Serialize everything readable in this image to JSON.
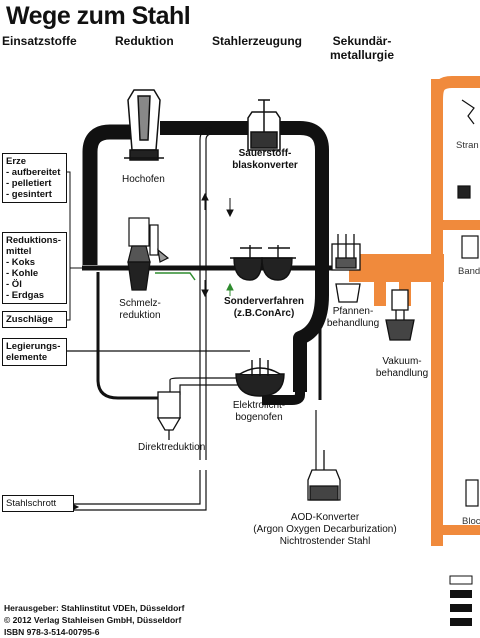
{
  "title": "Wege zum Stahl",
  "columns": {
    "einsatz": "Einsatzstoffe",
    "reduktion": "Reduktion",
    "stahlerzeugung": "Stahlerzeugung",
    "sekundaer_line1": "Sekundär-",
    "sekundaer_line2": "metallurgie"
  },
  "inputs": {
    "erze": [
      "Erze",
      "- aufbereitet",
      "- pelletiert",
      "- gesintert"
    ],
    "reduktionsmittel": [
      "Reduktions-",
      "mittel",
      "- Koks",
      "- Kohle",
      "- Öl",
      "- Erdgas"
    ],
    "zuschlaege": "Zuschläge",
    "legierung": [
      "Legierungs-",
      "elemente"
    ],
    "stahlschrott": "Stahlschrott"
  },
  "processes": {
    "hochofen": "Hochofen",
    "schmelz_line1": "Schmelz-",
    "schmelz_line2": "reduktion",
    "direkt": "Direktreduktion",
    "sauerstoff_line1": "Sauerstoff-",
    "sauerstoff_line2": "blaskonverter",
    "sonder_line1": "Sonderverfahren",
    "sonder_line2": "(z.B.ConArc)",
    "elektro_line1": "Elektrolicht-",
    "elektro_line2": "bogenofen",
    "pfannen_line1": "Pfannen-",
    "pfannen_line2": "behandlung",
    "vakuum_line1": "Vakuum-",
    "vakuum_line2": "behandlung",
    "aod_line1": "AOD-Konverter",
    "aod_line2": "(Argon Oxygen Decarburization)",
    "aod_line3": "Nichtrostender Stahl"
  },
  "cut_off": {
    "stran": "Stran",
    "band": "Band",
    "bloc": "Bloc"
  },
  "footer": {
    "line1": "Herausgeber: Stahlinstitut VDEh, Düsseldorf",
    "line2": "© 2012 Verlag Stahleisen GmbH, Düsseldorf",
    "line3": "ISBN 978-3-514-00795-6"
  },
  "colors": {
    "iron_path": "#111111",
    "steel_path": "#f08a3c",
    "reduction_line": "#2e8b2e"
  }
}
